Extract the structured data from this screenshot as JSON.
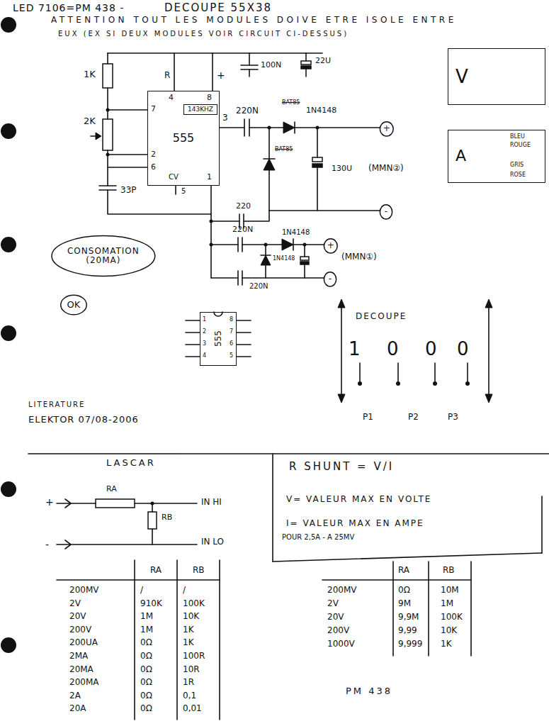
{
  "diagram": {
    "nodes": [
      {
        "text": [
          "555"
        ]
      },
      {
        "text": [
          "143KHZ"
        ],
        "in": 0
      },
      {
        "text": [
          "V"
        ]
      },
      {
        "text": [
          "A"
        ]
      },
      {
        "text": [
          "+"
        ]
      },
      {
        "text": [
          "-"
        ]
      },
      {
        "text": [
          "+"
        ]
      },
      {
        "text": [
          "CONSOMATION (20MA)"
        ]
      },
      {
        "text": [
          "-"
        ]
      },
      {
        "text": [
          "OK"
        ]
      },
      {
        "text": [
          "555"
        ]
      }
    ],
    "labels": [
      "LED 7106=PM 438 -",
      "DECOUPE 55X38",
      "ATTENTION TOUT LES MODULES DOIVE ETRE ISOLE ENTRE",
      "EUX (EX SI DEUX MODULES VOIR CIRCUIT CI-DESSUS)",
      "1K",
      "2K",
      "R",
      "+",
      "4",
      "8",
      "7",
      "2",
      "6",
      "CV",
      "1",
      "5",
      "3",
      "33P",
      "100N",
      "22U",
      "220N",
      "BAT85",
      "1N4148",
      "BAT85",
      "130U",
      "(MMN②)",
      "220",
      "220N",
      "1N4148",
      "1N4148",
      "(MMN①)",
      "220N",
      "LITERATURE",
      "ELEKTOR 07/08-2006",
      "DECOUPE",
      "1",
      "0",
      "0",
      "0",
      "P1",
      "P2",
      "P3",
      "1",
      "2",
      "3",
      "4",
      "8",
      "7",
      "6",
      "5",
      "BLEU",
      "ROUGE",
      "GRIS",
      "ROSE",
      "LASCAR",
      "RA",
      "+",
      "-",
      "RB",
      "IN HI",
      "IN LO",
      "RA",
      "RB",
      "200MV",
      "/",
      "/",
      "2V",
      "910K",
      "100K",
      "20V",
      "1M",
      "10K",
      "200V",
      "1M",
      "1K",
      "200UA",
      "0Ω",
      "1K",
      "2MA",
      "0Ω",
      "100R",
      "20MA",
      "0Ω",
      "10R",
      "200MA",
      "0Ω",
      "1R",
      "2A",
      "0Ω",
      "0,1",
      "20A",
      "0Ω",
      "0,01",
      "R SHUNT = V/I",
      "V= VALEUR MAX EN VOLTE",
      "I= VALEUR MAX EN AMPE",
      "POUR 2,5A - A 25MV",
      "RA",
      "RB",
      "200MV",
      "0Ω",
      "10M",
      "2V",
      "9M",
      "1M",
      "20V",
      "9,9M",
      "100K",
      "200V",
      "9,99",
      "10K",
      "1000V",
      "9,999",
      "1K",
      "PM 438"
    ]
  }
}
